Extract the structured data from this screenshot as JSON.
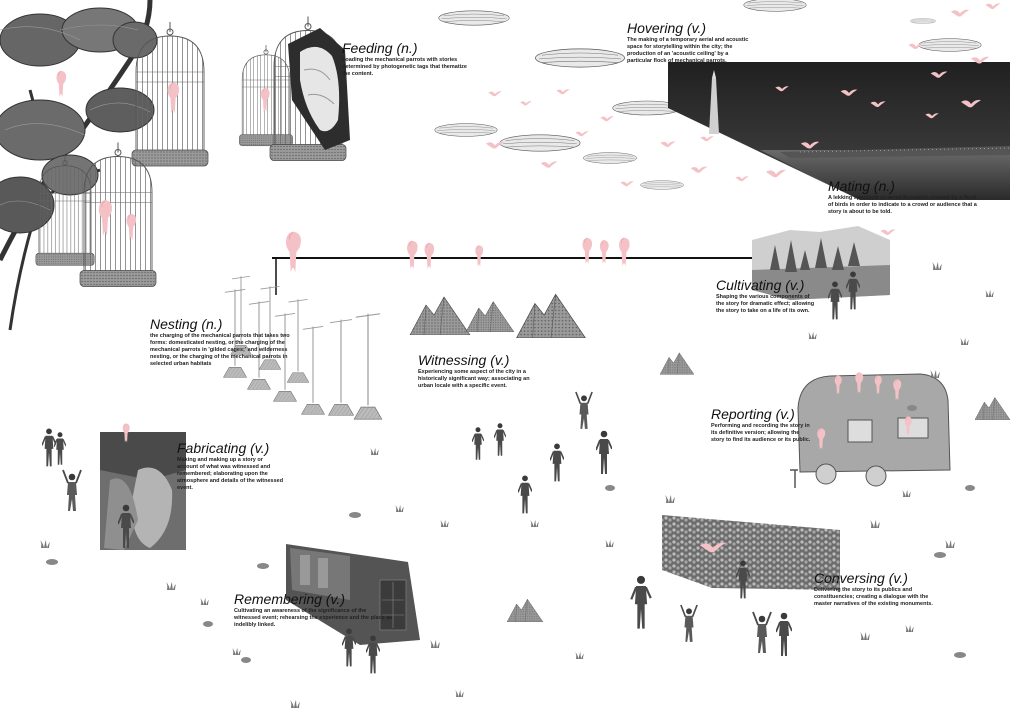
{
  "labels": {
    "feeding": {
      "title": "Feeding (n.)",
      "text": "Loading the mechanical parrots with stories determined by photogenetic tags that thematize the content."
    },
    "hovering": {
      "title": "Hovering (v.)",
      "text": "The making of a temporary aerial and acoustic space for storytelling within the city; the production of an 'acoustic ceiling' by a particular flock of mechanical parrots."
    },
    "mating": {
      "title": "Mating (n.)",
      "text": "A lekking spectacle or aerial formation created by a flock of birds in order to indicate to a crowd or audience that a story is about to be told."
    },
    "cultivating": {
      "title": "Cultivating (v.)",
      "text": "Shaping the various components of the story for dramatic effect; allowing the story to take on a life of its own."
    },
    "nesting": {
      "title": "Nesting (n.)",
      "text": "the charging of the mechanical parrots that takes two forms: domesticated nesting, or the charging of the mechanical parrots in 'gilded cages;' and wilderness nesting, or the charging of the mechanical parrots in selected urban habitats"
    },
    "witnessing": {
      "title": "Witnessing (v.)",
      "text": "Experiencing some aspect of the city in a historically significant way; associating an urban locale with a specific event."
    },
    "reporting": {
      "title": "Reporting (v.)",
      "text": "Performing and recording the story in its definitive version; allowing the story to find its audience or its public."
    },
    "fabricating": {
      "title": "Fabricating (v.)",
      "text": "Making and making up a story or account of what was witnessed and remembered; elaborating upon the atmosphere and details of the witnessed event."
    },
    "remembering": {
      "title": "Remembering (v.)",
      "text": "Cultivating an awareness of the significance of the witnessed event; rehearsing the experience and the place as indelibly linked."
    },
    "conversing": {
      "title": "Conversing (v.)",
      "text": "Delivering the story to its publics and constituencies; creating a dialogue with the master narratives of the existing monuments."
    }
  },
  "colors": {
    "parrot": "#f4c2c6",
    "ink": "#222222",
    "grey": "#8a8a8a",
    "photo_dark": "#2e2e2e"
  },
  "icons": [
    "birdcage-icon",
    "parrot-icon",
    "person-icon",
    "mountain-icon",
    "cloud-icon",
    "charging-pole-icon",
    "trailer-icon",
    "monument-icon",
    "tree-icon",
    "grass-tuft-icon"
  ]
}
